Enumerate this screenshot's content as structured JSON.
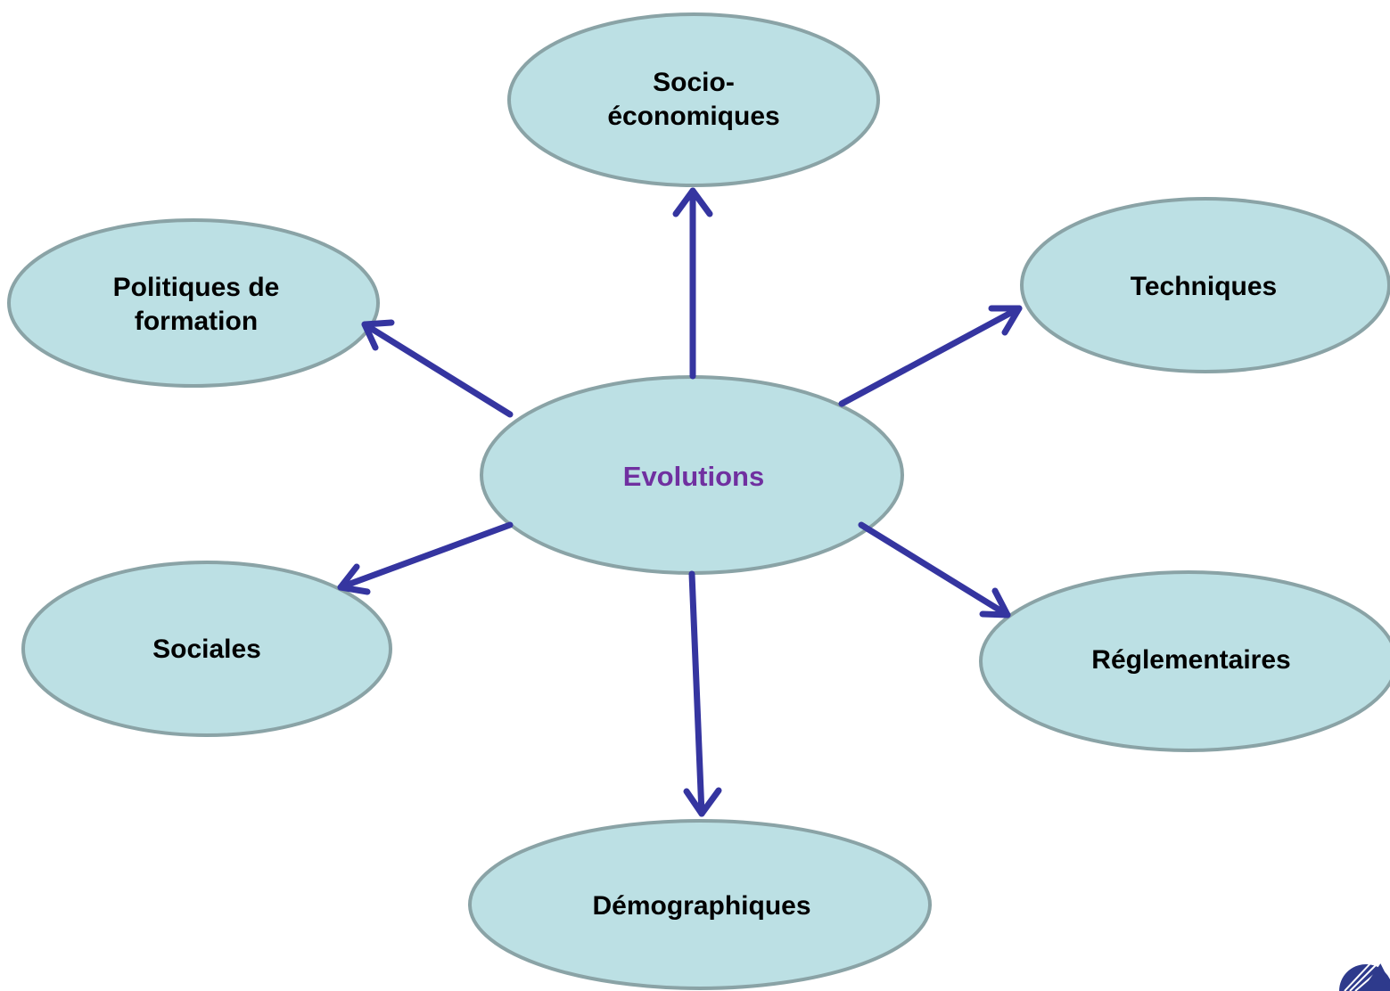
{
  "colors": {
    "node_fill": "#bce0e4",
    "node_stroke": "#8aa3a6",
    "arrow": "#3535a0",
    "center_text": "#7030a0",
    "text": "#000000",
    "logo": "#2e3a8c"
  },
  "diagram": {
    "center": {
      "label": "Evolutions"
    },
    "nodes": {
      "socio": {
        "label": "Socio-\néconomiques"
      },
      "politiques": {
        "label": "Politiques de\nformation"
      },
      "techniques": {
        "label": "Techniques"
      },
      "sociales": {
        "label": "Sociales"
      },
      "reglementaires": {
        "label": "Réglementaires"
      },
      "demographiques": {
        "label": "Démographiques"
      }
    }
  },
  "logo": {
    "icon": "striped-globe-logo"
  }
}
